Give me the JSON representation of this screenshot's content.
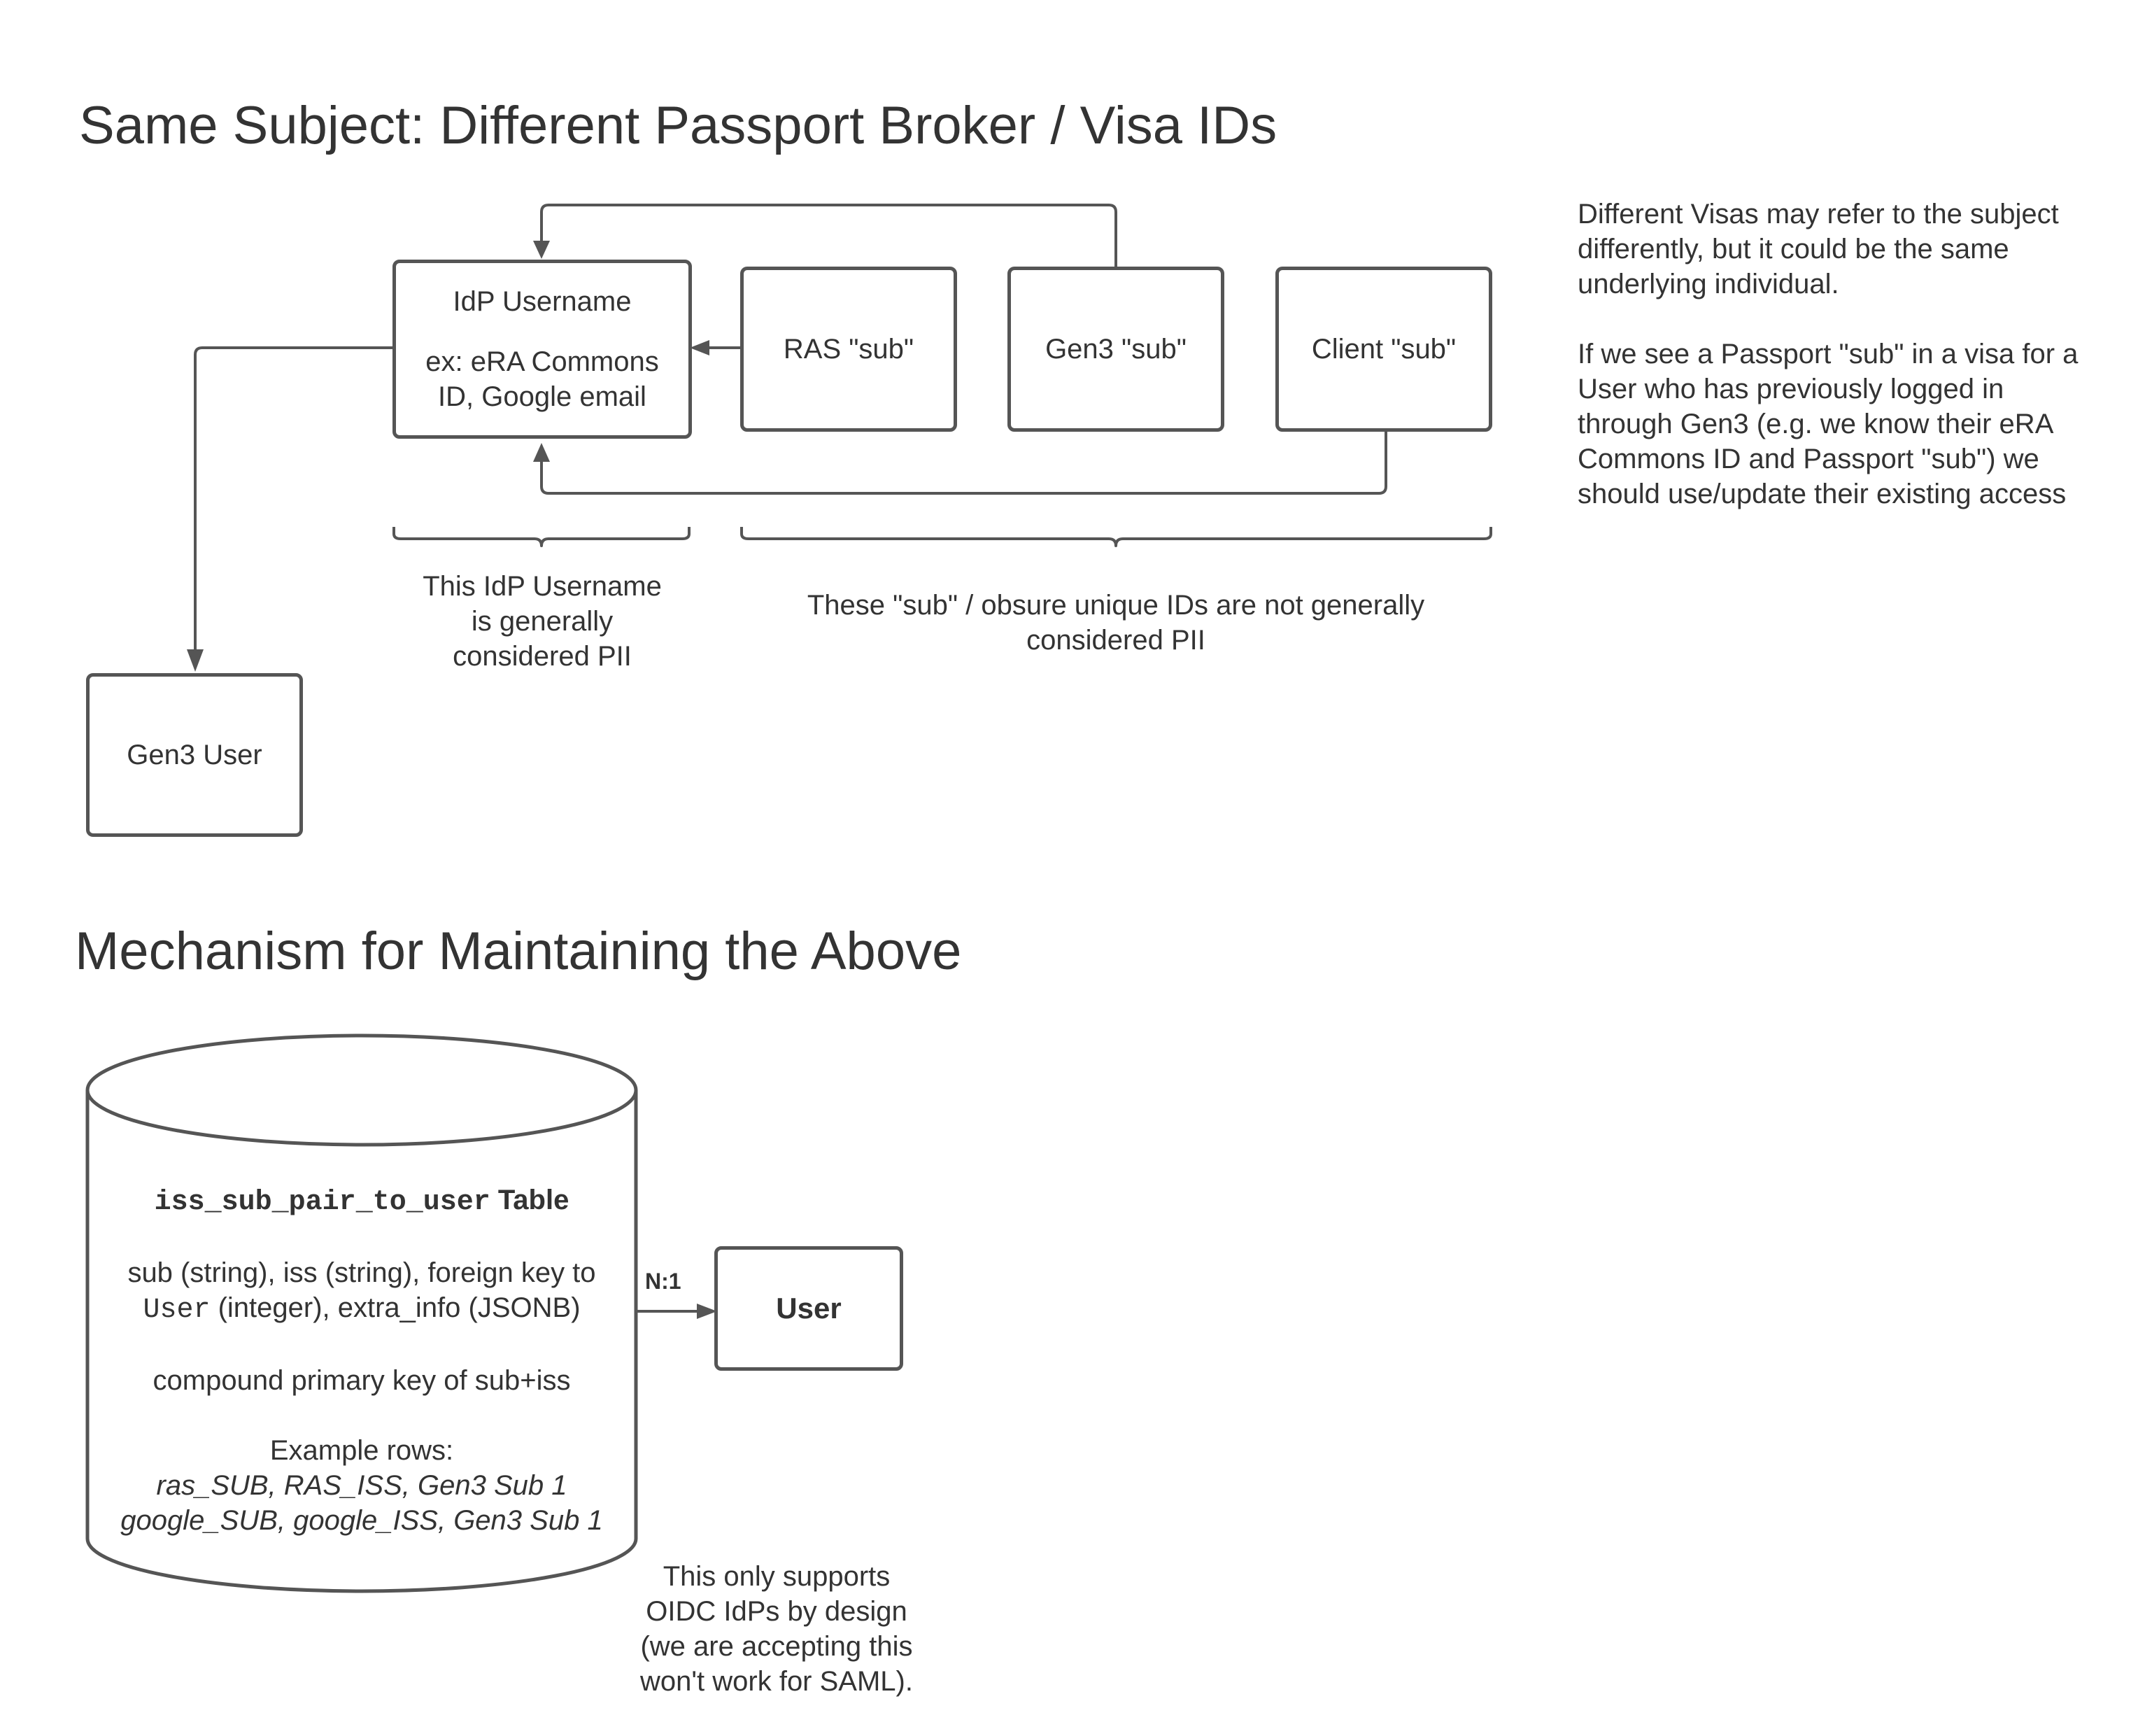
{
  "diagram": {
    "title_top": "Same Subject: Different Passport Broker / Visa IDs",
    "title_bottom": "Mechanism for Maintaining the Above",
    "nodes": {
      "idp_username": {
        "line1": "IdP Username",
        "line2": "ex: eRA Commons",
        "line3": "ID, Google email"
      },
      "ras_sub": "RAS \"sub\"",
      "gen3_sub": "Gen3 \"sub\"",
      "client_sub": "Client \"sub\"",
      "gen3_user": "Gen3 User",
      "user": "User"
    },
    "brace_labels": {
      "pii": {
        "line1": "This  IdP Username",
        "line2": "is generally",
        "line3": "considered PII"
      },
      "not_pii": {
        "line1": "These \"sub\" / obsure unique IDs are not generally",
        "line2": "considered PII"
      }
    },
    "note_right": {
      "p1_l1": "Different Visas may refer to the subject",
      "p1_l2": "differently, but it could be the same",
      "p1_l3": "underlying individual.",
      "p2_l1": "If we see a Passport \"sub\" in a visa for a",
      "p2_l2": "User who has previously logged in",
      "p2_l3": "through Gen3 (e.g. we know their eRA",
      "p2_l4": "Commons ID and Passport \"sub\") we",
      "p2_l5": "should use/update their existing access"
    },
    "table": {
      "name_code": "iss_sub_pair_to_user",
      "name_suffix": " Table",
      "cols_l1": "sub (string), iss (string), foreign key to",
      "cols_l2_code": "User",
      "cols_l2_rest": " (integer), extra_info (JSONB)",
      "pk": "compound primary key of sub+iss",
      "example_heading": "Example rows:",
      "row1": "ras_SUB, RAS_ISS, Gen3 Sub 1",
      "row2": "google_SUB, google_ISS, Gen3 Sub 1"
    },
    "relation_label": "N:1",
    "note_bottom": {
      "l1": "This only supports",
      "l2": "OIDC IdPs by design",
      "l3": "(we are accepting this",
      "l4": "won't work for SAML)."
    }
  },
  "colors": {
    "stroke": "#555555",
    "text": "#333333",
    "background": "#ffffff"
  }
}
